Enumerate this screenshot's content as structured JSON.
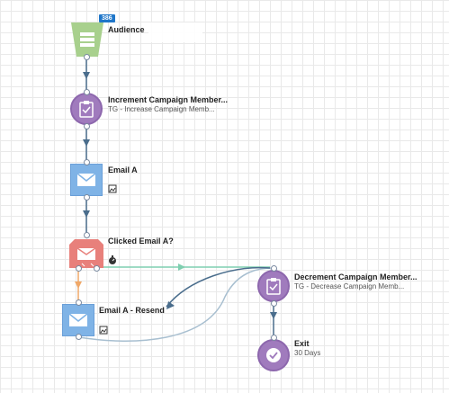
{
  "audience": {
    "title": "Audience",
    "count": "386"
  },
  "increment": {
    "title": "Increment Campaign Member...",
    "subtitle": "TG - Increase Campaign Memb..."
  },
  "email_a": {
    "title": "Email A"
  },
  "clicked": {
    "title": "Clicked Email A?"
  },
  "resend": {
    "title": "Email A - Resend"
  },
  "decrement": {
    "title": "Decrement Campaign Member...",
    "subtitle": "TG - Decrease Campaign Memb..."
  },
  "exit": {
    "title": "Exit",
    "subtitle": "30 Days"
  },
  "colors": {
    "audience": "#a8d08d",
    "action": "#a07bbd",
    "email": "#7fb3e6",
    "decision": "#e8807b",
    "yes_path": "#7fcfb0",
    "no_path": "#f0a868",
    "edge": "#4a6d8c"
  }
}
